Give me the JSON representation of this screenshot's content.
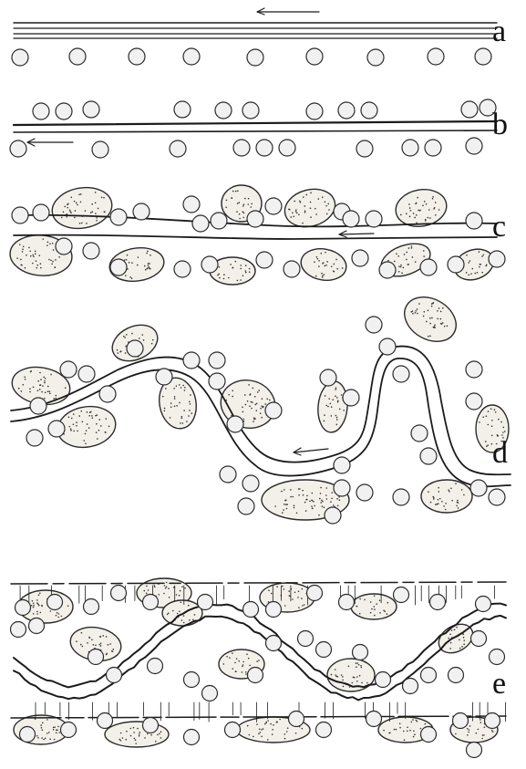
{
  "figure": {
    "panels": [
      {
        "id": "a",
        "label": "a"
      },
      {
        "id": "b",
        "label": "b"
      },
      {
        "id": "c",
        "label": "c"
      },
      {
        "id": "d",
        "label": "d"
      },
      {
        "id": "e",
        "label": "e"
      }
    ]
  },
  "colors": {
    "ink": "#1b1b1b",
    "grain_fill": "#f1f1f1",
    "clast_fill": "#f3f0ea",
    "background": "#ffffff"
  }
}
